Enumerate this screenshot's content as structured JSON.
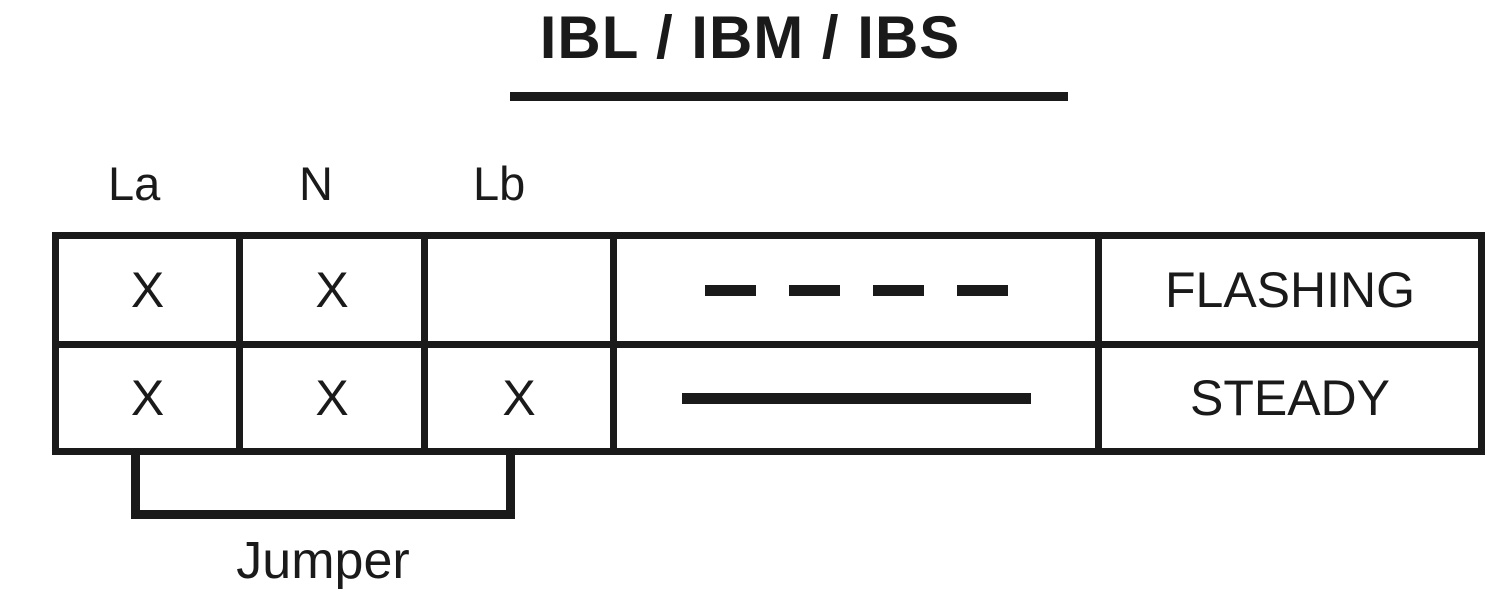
{
  "title": {
    "text": "IBL / IBM / IBS",
    "underline_color": "#1a1a1a"
  },
  "colors": {
    "ink": "#1a1a1a",
    "background": "#ffffff"
  },
  "table": {
    "column_headers": [
      {
        "key": "la",
        "label": "La"
      },
      {
        "key": "n",
        "label": "N"
      },
      {
        "key": "lb",
        "label": "Lb"
      }
    ],
    "rows": [
      {
        "la": "X",
        "n": "X",
        "lb": "",
        "indicator": "dashed-line",
        "indicator_dashes": 4,
        "status": "FLASHING"
      },
      {
        "la": "X",
        "n": "X",
        "lb": "X",
        "indicator": "solid-line",
        "indicator_dashes": 1,
        "status": "STEADY"
      }
    ]
  },
  "jumper": {
    "label": "Jumper",
    "spans_columns": [
      "La",
      "N",
      "Lb"
    ]
  }
}
